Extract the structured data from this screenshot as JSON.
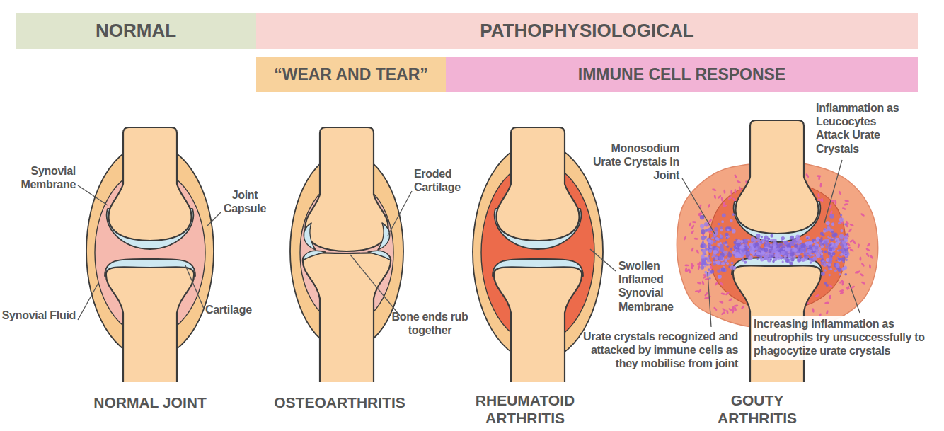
{
  "diagram": {
    "nodes": [
      {
        "text": [
          "NORMAL"
        ]
      },
      {
        "text": [
          "PATHOPHYSIOLOGICAL"
        ]
      },
      {
        "text": [
          "“WEAR AND TEAR”"
        ]
      },
      {
        "text": [
          "IMMUNE CELL RESPONSE"
        ]
      }
    ],
    "labels": [
      "Synovial Membrane",
      "Joint Capsule",
      "Synovial Fluid",
      "Cartilage",
      "NORMAL JOINT",
      "Eroded Cartilage",
      "Bone ends rub together",
      "OSTEOARTHRITIS",
      "Swollen Inflamed Synovial Membrane",
      "RHEUMATOID ARTHRITIS",
      "Monosodium Urate Crystals In Joint",
      "Inflammation as Leucocytes Attack Urate Crystals",
      "Urate crystals recognized and attacked by immune cells as they mobilise from joint",
      "Increasing inflammation as neutrophils try unsuccessfully to phagocytize urate crystals",
      "GOUTY ARTHRITIS"
    ]
  }
}
